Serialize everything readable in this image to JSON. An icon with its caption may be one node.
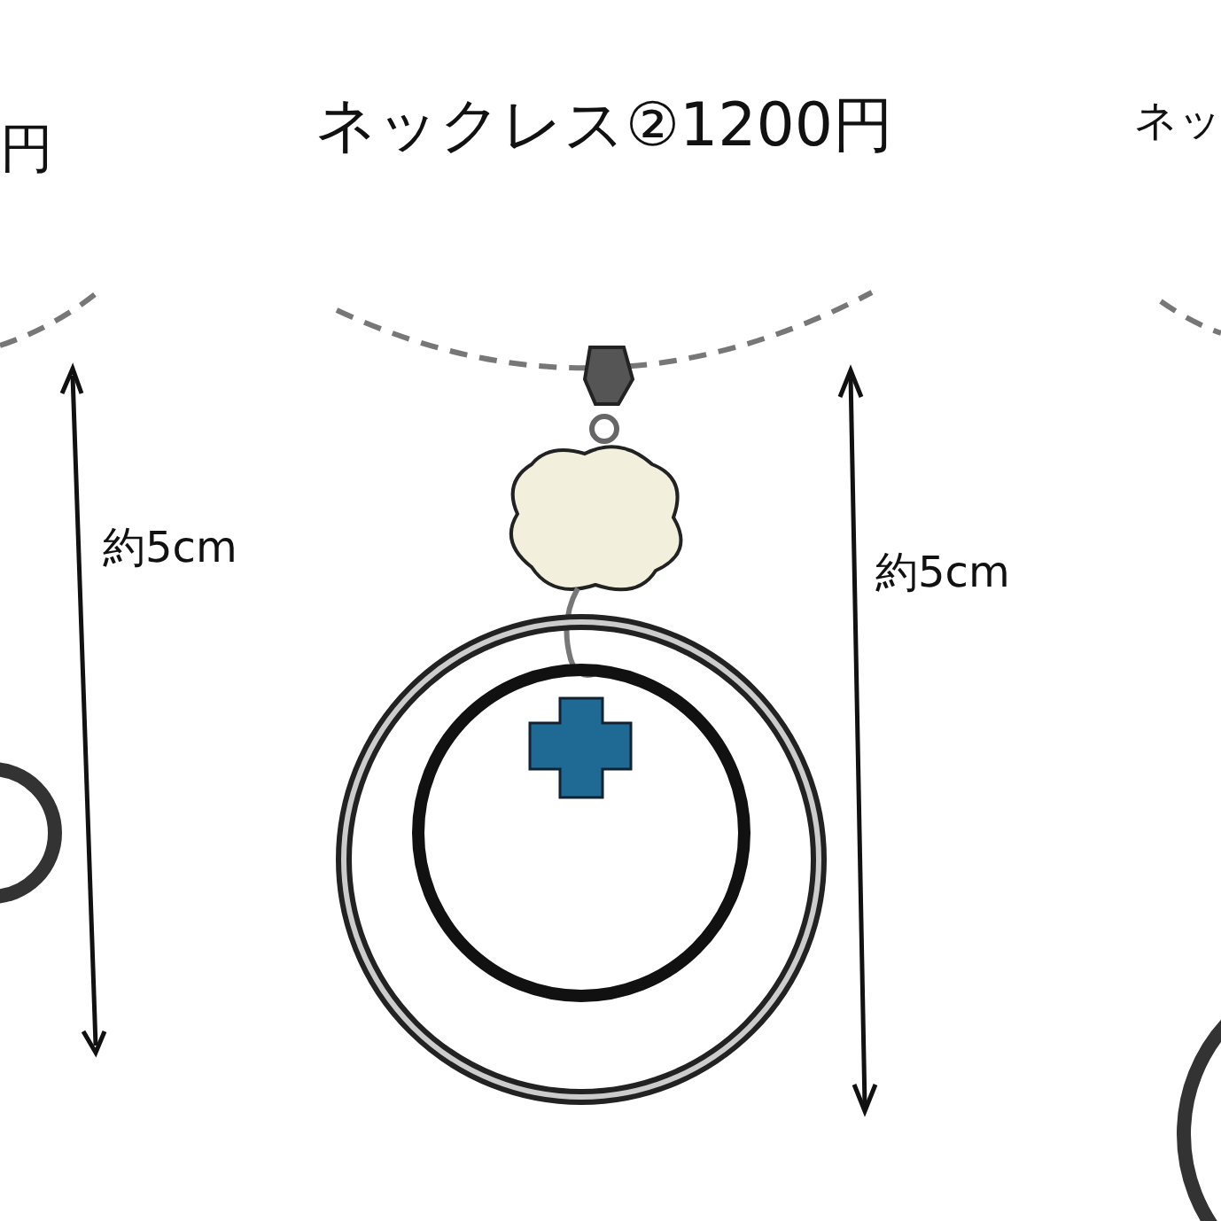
{
  "diagram": {
    "title": "ネックレス②1200円",
    "labels": [
      "円",
      "ネッ",
      "約5cm",
      "約5cm"
    ]
  }
}
